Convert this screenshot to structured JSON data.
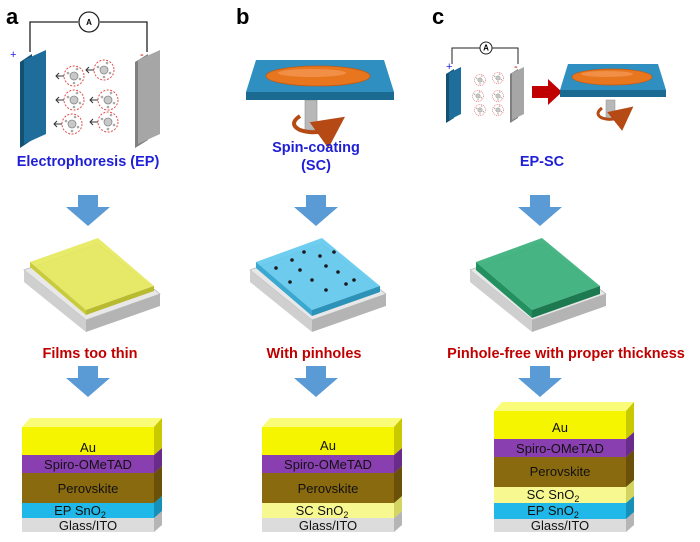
{
  "panels": {
    "a": {
      "letter": "a",
      "method": "Electrophoresis (EP)",
      "result": "Films too thin",
      "plus": "+",
      "minus": "-",
      "meter": "A",
      "layers": [
        {
          "label": "Au",
          "color": "#f5f500"
        },
        {
          "label": "Spiro-OMeTAD",
          "color": "#8a3fb0"
        },
        {
          "label": "Perovskite",
          "color": "#8a6a0e"
        },
        {
          "label": "EP SnO",
          "sub": "2",
          "color": "#1fb8e8"
        },
        {
          "label": "Glass/ITO",
          "color": "#dcdcdc"
        }
      ]
    },
    "b": {
      "letter": "b",
      "method_line1": "Spin-coating",
      "method_line2": "(SC)",
      "result": "With pinholes",
      "layers": [
        {
          "label": "Au",
          "color": "#f5f500"
        },
        {
          "label": "Spiro-OMeTAD",
          "color": "#8a3fb0"
        },
        {
          "label": "Perovskite",
          "color": "#8a6a0e"
        },
        {
          "label": "SC SnO",
          "sub": "2",
          "color": "#f8f890"
        },
        {
          "label": "Glass/ITO",
          "color": "#dcdcdc"
        }
      ]
    },
    "c": {
      "letter": "c",
      "method": "EP-SC",
      "result": "Pinhole-free with proper thickness",
      "plus": "+",
      "minus": "-",
      "meter": "A",
      "layers": [
        {
          "label": "Au",
          "color": "#f5f500"
        },
        {
          "label": "Spiro-OMeTAD",
          "color": "#8a3fb0"
        },
        {
          "label": "Perovskite",
          "color": "#8a6a0e"
        },
        {
          "label": "SC SnO",
          "sub": "2",
          "color": "#f8f890"
        },
        {
          "label": "EP SnO",
          "sub": "2",
          "color": "#1fb8e8"
        },
        {
          "label": "Glass/ITO",
          "color": "#dcdcdc"
        }
      ]
    }
  },
  "colors": {
    "arrow_blue": "#5b9bd5",
    "substrate_blue": "#2e8fc0",
    "droplet_orange": "#e8761f",
    "film_yellow": "#e6e85a",
    "film_cyan": "#5fc8ee",
    "film_green": "#38b07a",
    "electrode_left": "#1f6d9a",
    "electrode_right": "#a6a6a6",
    "red_arrow": "#c00000"
  }
}
